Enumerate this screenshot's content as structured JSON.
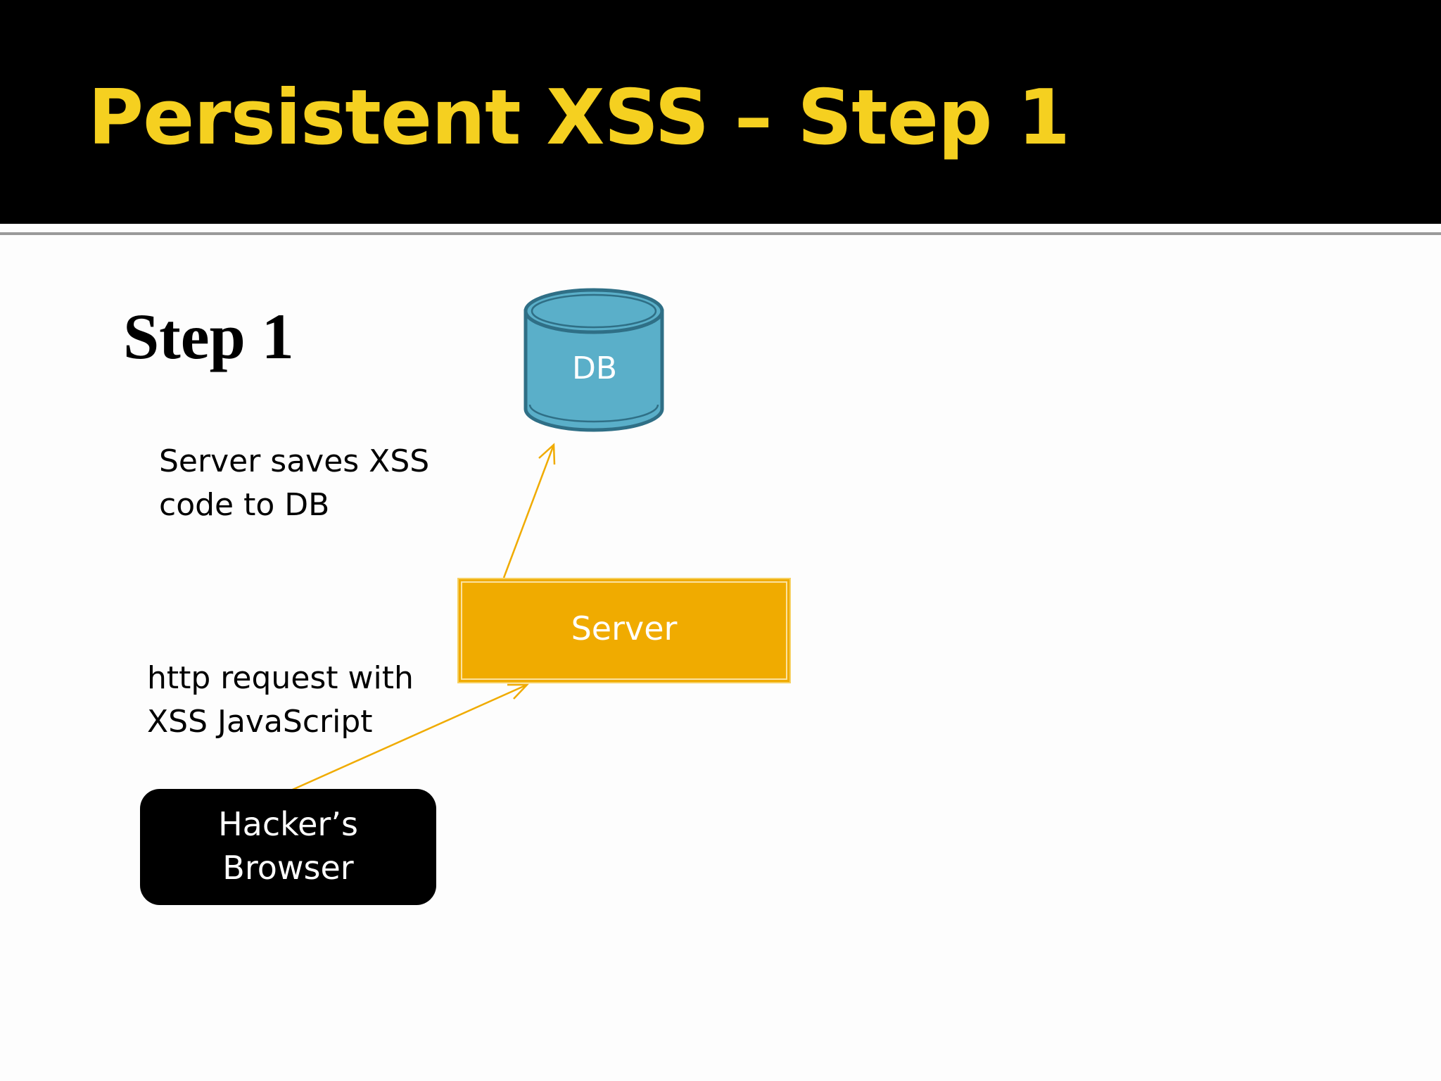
{
  "slide": {
    "title": "Persistent XSS – Step 1",
    "step_heading": "Step 1"
  },
  "diagram": {
    "db": {
      "label": "DB",
      "color": "#5aafc9"
    },
    "server": {
      "label": "Server",
      "color": "#f0ab00"
    },
    "browser": {
      "line1": "Hacker’s",
      "line2": "Browser",
      "color": "#000000"
    },
    "captions": {
      "db_save": {
        "line1": "Server saves XSS",
        "line2": "code to DB"
      },
      "http_request": {
        "line1": "http request with",
        "line2": "XSS JavaScript"
      }
    },
    "arrow_color": "#f0ab00"
  }
}
